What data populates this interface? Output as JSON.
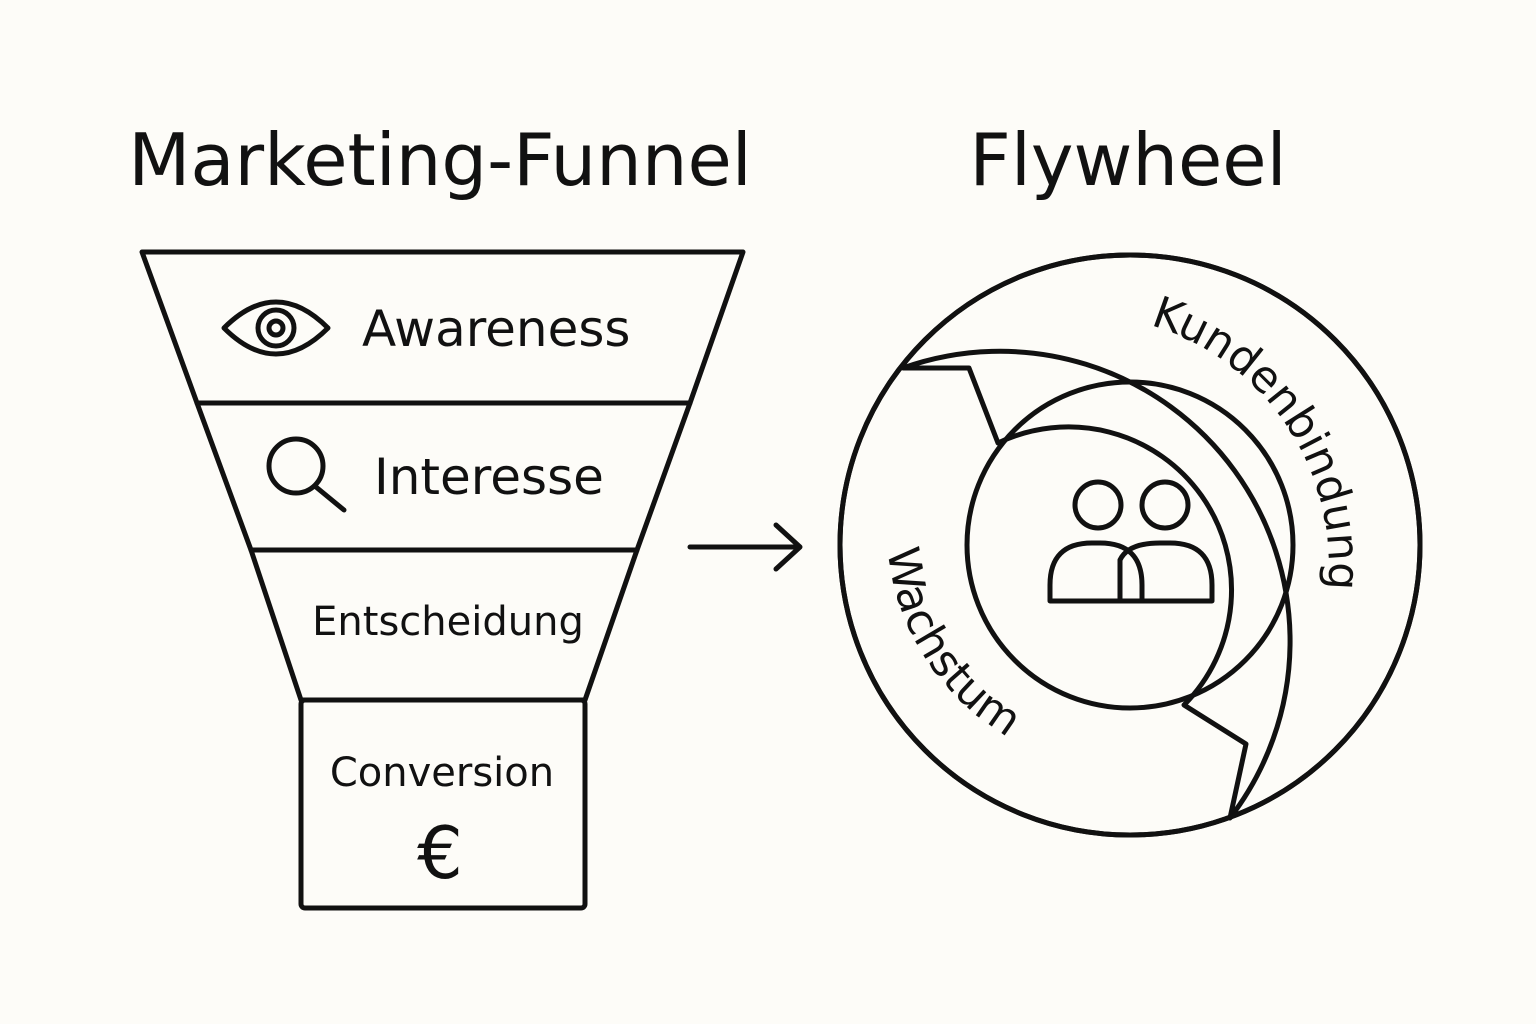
{
  "funnel": {
    "title": "Marketing-Funnel",
    "stages": [
      {
        "label": "Awareness",
        "icon": "eye-icon"
      },
      {
        "label": "Interesse",
        "icon": "magnifier-icon"
      },
      {
        "label": "Entscheidung"
      },
      {
        "label": "Conversion",
        "icon": "euro-icon",
        "symbol": "€"
      }
    ]
  },
  "flywheel": {
    "title": "Flywheel",
    "segments": [
      {
        "label": "Kundenbindung",
        "color": "#fbe07f"
      },
      {
        "label": "Wachstum",
        "color": "#ffffff"
      }
    ],
    "center_icon": "users-icon"
  },
  "connector_icon": "arrow-right-icon",
  "colors": {
    "background": "#fdfcf8",
    "line": "#111111",
    "funnel_fill": "#f7f6f2",
    "accent": "#fbe07f"
  }
}
